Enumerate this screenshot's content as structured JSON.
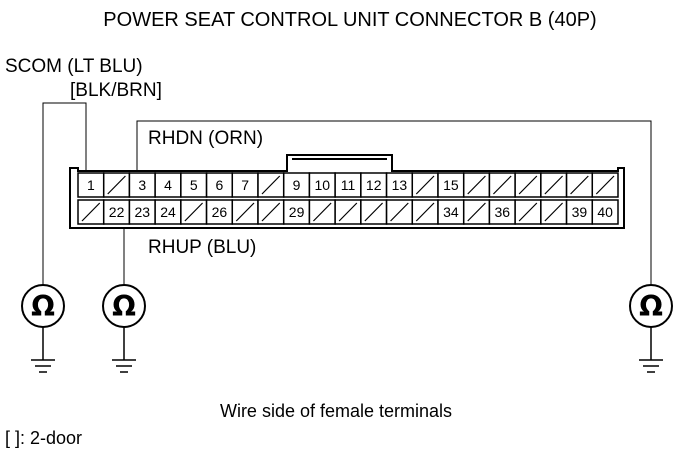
{
  "title": "POWER SEAT CONTROL UNIT CONNECTOR B (40P)",
  "wires": {
    "scom": "SCOM (LT BLU)",
    "scom_2door": "[BLK/BRN]",
    "rhdn": "RHDN (ORN)",
    "rhup": "RHUP (BLU)"
  },
  "meter_symbol": "Ω",
  "connector": {
    "top_row": [
      "1",
      "",
      "3",
      "4",
      "5",
      "6",
      "7",
      "",
      "9",
      "10",
      "11",
      "12",
      "13",
      "",
      "15",
      "",
      "",
      "",
      "",
      "",
      ""
    ],
    "bottom_row": [
      "",
      "22",
      "23",
      "24",
      "",
      "26",
      "",
      "",
      "29",
      "",
      "",
      "",
      "",
      "",
      "34",
      "",
      "36",
      "",
      "",
      "39",
      "40"
    ]
  },
  "footnote_view": "Wire side of female terminals",
  "footnote_legend": "[ ]: 2-door"
}
